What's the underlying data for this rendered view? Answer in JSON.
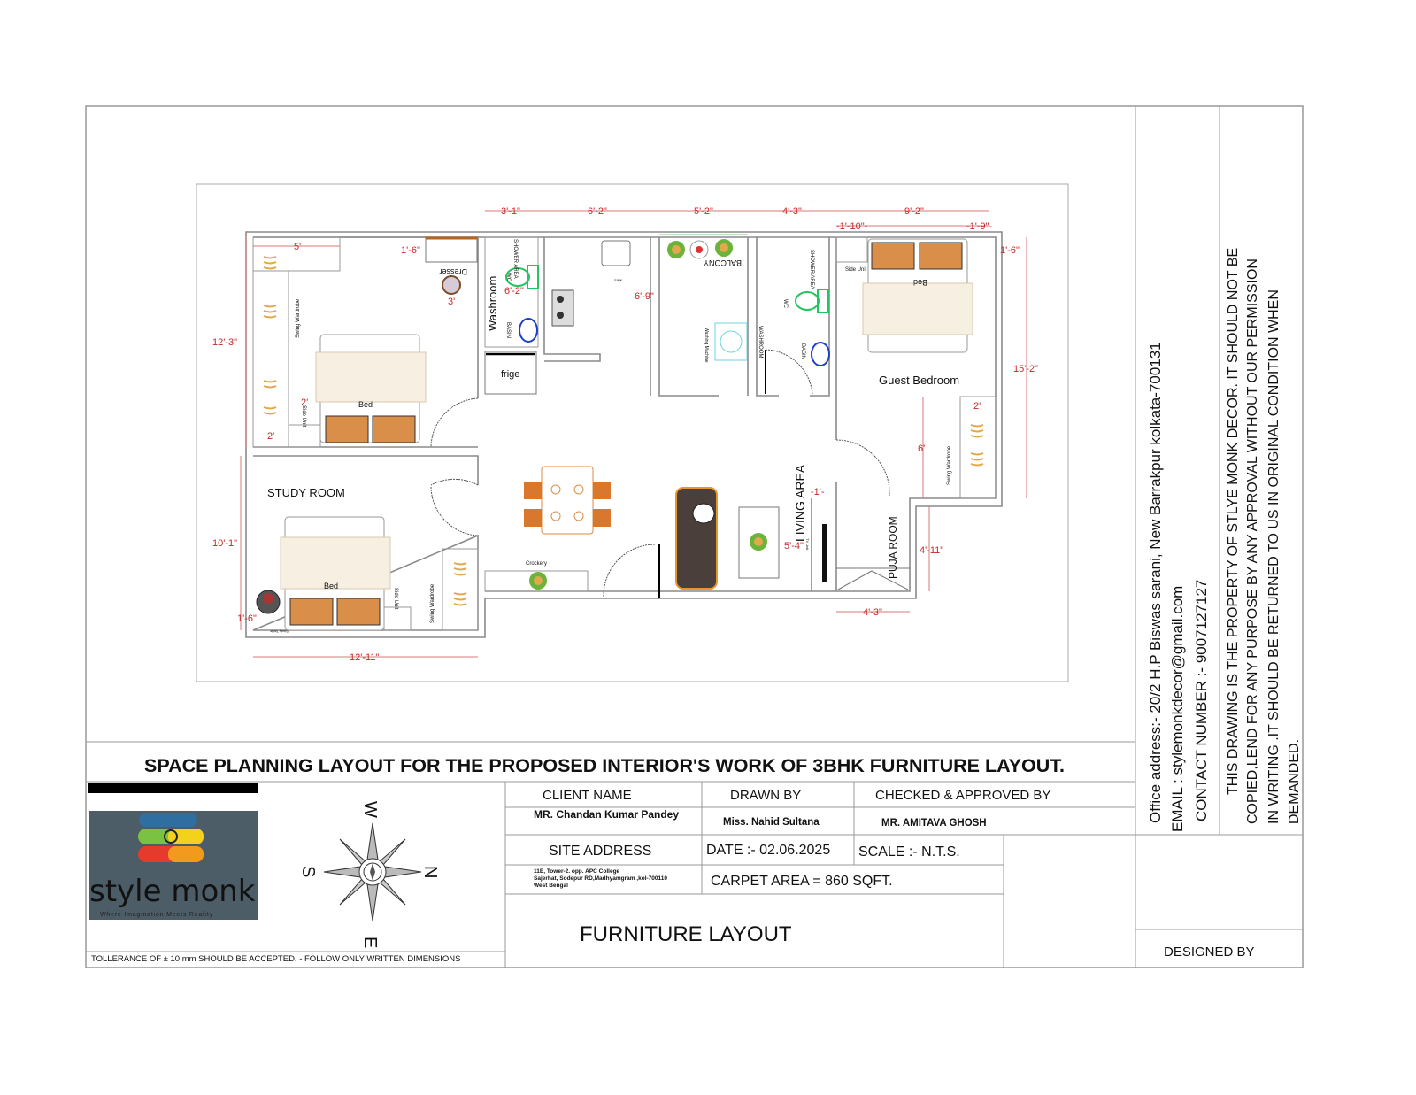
{
  "colors": {
    "dimension": "#c62828",
    "wall": "#8a8a8a",
    "pillow": "#d98e4a",
    "duvet": "#f7efe2",
    "wc": "#22c55e",
    "basin": "#1d3fc9",
    "washer": "#6fd3e0",
    "sofa": "#4a3f3a",
    "logo_bg": "#4d5d67"
  },
  "plan": {
    "rooms": {
      "washroom": "Washroom",
      "guest_bedroom": "Guest Bedroom",
      "study_room": "STUDY ROOM",
      "living_area": "LIVING AREA",
      "puja_room": "PUJA ROOM",
      "balcony": "BALCONY",
      "washroom2": "WASHROOM"
    },
    "furniture": {
      "dresser": "Dresser",
      "frige": "frige",
      "bed": "Bed",
      "bed_study": "Bed",
      "bed_guest": "Bed",
      "side_unit": "Side Unit",
      "side_unit_study": "Side Unit",
      "side_unit_guest": "Side Unit",
      "swing_wardrobe": "Swing Wardrobe",
      "swing_wardrobe_study": "Swing Wardrobe",
      "swing_wardrobe_guest": "Swing Wardrobe",
      "shower_area": "SHOWER AREA",
      "shower_area2": "SHOWER AREA",
      "wc": "WC",
      "wc2": "WC",
      "basin": "BASIN",
      "basin2": "BASIN",
      "sink": "SINK",
      "washing_machine": "Washing Machine",
      "crockery": "Crockery",
      "tv_unit": "TV Unit",
      "study_table": "Study Table"
    },
    "dims": {
      "top_3_1": "3'-1\"",
      "top_6_2": "6'-2\"",
      "top_5_2": "5'-2\"",
      "top_4_3": "4'-3\"",
      "top_9_2": "9'-2\"",
      "top_1_10": "-1'-10\"-",
      "top_1_9": "-1'-9\"-",
      "right_1_6": "1'-6\"",
      "right_15_2": "15'-2\"",
      "left_12_3": "12'-3\"",
      "mb_5": "5'",
      "mb_1_6": "1'-6\"",
      "mb_3": "3'",
      "wash_6_2": "6'-2\"",
      "kit_6_9": "6'-9\"",
      "mb_2a": "2'",
      "mb_2b": "2'",
      "gb_2": "2'",
      "gb_6": "6'",
      "left_10_1": "10'-1\"",
      "st_1_6": "1'-6\"",
      "bottom_12_11": "12'-11\"",
      "la_1": "-1'-",
      "la_5_4": "5'-4\"",
      "pu_4_11": "4'-11\"",
      "pu_4_3": "4'-3\""
    }
  },
  "title": "SPACE PLANNING LAYOUT FOR THE PROPOSED INTERIOR'S WORK OF 3BHK FURNITURE LAYOUT.",
  "logo": {
    "name": "style monk",
    "tagline": "Where Imagination Meets Reality"
  },
  "compass": {
    "top": "W",
    "bottom": "E",
    "left": "S",
    "right": "N"
  },
  "table": {
    "client_name_label": "CLIENT NAME",
    "drawn_by_label": "DRAWN BY",
    "checked_label": "CHECKED & APPROVED BY",
    "client_name": "MR. Chandan Kumar Pandey",
    "drawn_by": "Miss. Nahid Sultana",
    "checked_by": "MR. AMITAVA GHOSH",
    "site_address_label": "SITE ADDRESS",
    "date": "DATE :- 02.06.2025",
    "scale": "SCALE :- N.T.S.",
    "site_address_l1": "11E, Tower-2. opp. APC College",
    "site_address_l2": "Sajerhat, Sodepur RD,Madhyamgram ,kol-700110",
    "site_address_l3": "West Bengal",
    "carpet_area": "CARPET AREA = 860 SQFT.",
    "sheet_title": "FURNITURE LAYOUT"
  },
  "tolerance": "TOLLERANCE OF ± 10 mm SHOULD BE ACCEPTED. - FOLLOW ONLY WRITTEN DIMENSIONS",
  "sidebar": {
    "office_address": "Office address:- 20/2 H.P Biswas sarani, New Barrakpur kolkata-700131",
    "email": "EMAIL : stylemonkdecor@gmail.com",
    "contact": "CONTACT NUMBER :- 9007127127",
    "notice_l1": "THIS DRAWING IS THE PROPERTY OF STLYE MONK DECOR. IT SHOULD NOT BE",
    "notice_l2": "COPIED,LEND FOR ANY PURPOSE BY ANY APPROVAL WITHOUT OUR PERMISSION",
    "notice_l3": "IN WRITING .IT SHOULD BE RETURNED TO US IN ORIGINAL CONDITION WHEN",
    "notice_l4": "DEMANDED.",
    "designed_by": "DESIGNED BY"
  }
}
